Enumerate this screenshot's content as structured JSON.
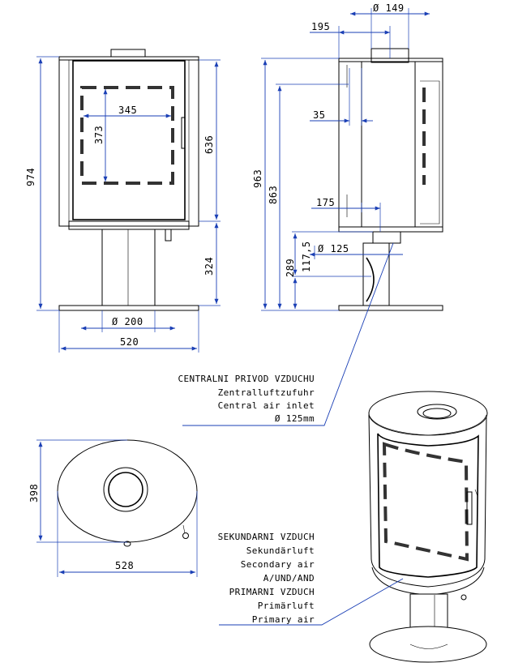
{
  "front_view": {
    "dims": {
      "height_total": "974",
      "height_body": "636",
      "height_base": "324",
      "width_window": "345",
      "height_window": "373",
      "diameter_column": "Ø 200",
      "width_base": "520"
    }
  },
  "side_view": {
    "dims": {
      "diameter_flue": "Ø 149",
      "offset_flue": "195",
      "offset_35": "35",
      "height_963": "963",
      "height_863": "863",
      "offset_175": "175",
      "height_117_5": "117,5",
      "diameter_inlet": "Ø 125",
      "height_289": "289"
    }
  },
  "top_view": {
    "dims": {
      "depth": "398",
      "width": "528"
    }
  },
  "notes": {
    "central_air": [
      "CENTRALNI PRIVOD VZDUCHU",
      "Zentralluftzufuhr",
      "Central air inlet",
      "Ø 125mm"
    ],
    "secondary_primary_air": [
      "SEKUNDARNI VZDUCH",
      "Sekundärluft",
      "Secondary air",
      "A/UND/AND",
      "PRIMARNI VZDUCH",
      "Primärluft",
      "Primary air"
    ]
  },
  "colors": {
    "dimension_lines": "#1a3fb5",
    "outline": "#000000"
  }
}
